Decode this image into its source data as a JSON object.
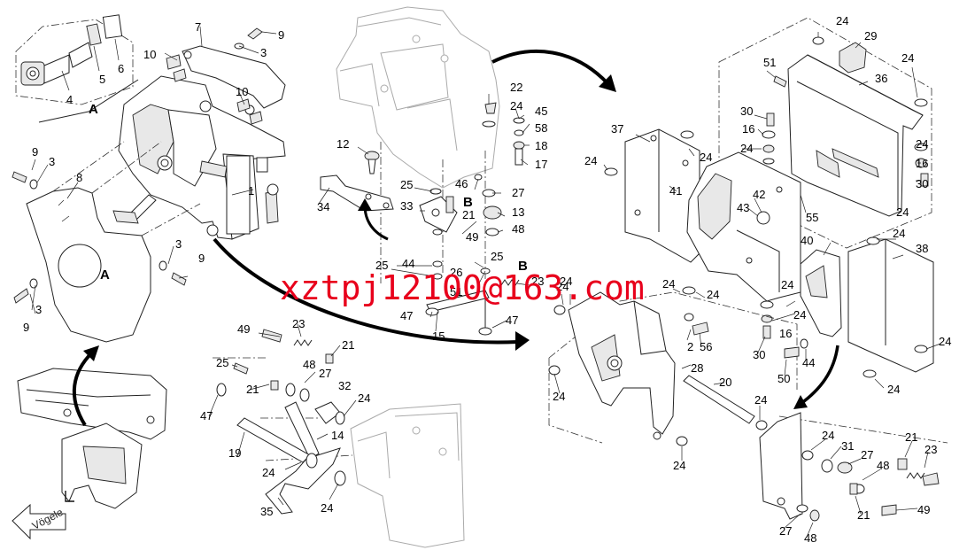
{
  "watermark": "xztpj12100@163.com",
  "brand_text": "Vögele",
  "view_markers": [
    "A",
    "A",
    "B",
    "B"
  ],
  "labels": [
    {
      "id": "n9a",
      "text": "9"
    },
    {
      "id": "n7",
      "text": "7"
    },
    {
      "id": "n3a",
      "text": "3"
    },
    {
      "id": "n10a",
      "text": "10"
    },
    {
      "id": "n10b",
      "text": "10"
    },
    {
      "id": "n5",
      "text": "5"
    },
    {
      "id": "n6",
      "text": "6"
    },
    {
      "id": "n4",
      "text": "4"
    },
    {
      "id": "n9b",
      "text": "9"
    },
    {
      "id": "n3b",
      "text": "3"
    },
    {
      "id": "n8",
      "text": "8"
    },
    {
      "id": "n1",
      "text": "1"
    },
    {
      "id": "n3c",
      "text": "3"
    },
    {
      "id": "n9c",
      "text": "9"
    },
    {
      "id": "n3d",
      "text": "3"
    },
    {
      "id": "n9d",
      "text": "9"
    },
    {
      "id": "n22",
      "text": "22"
    },
    {
      "id": "n24a",
      "text": "24"
    },
    {
      "id": "n45",
      "text": "45"
    },
    {
      "id": "n58",
      "text": "58"
    },
    {
      "id": "n18",
      "text": "18"
    },
    {
      "id": "n17",
      "text": "17"
    },
    {
      "id": "n12",
      "text": "12"
    },
    {
      "id": "n25a",
      "text": "25"
    },
    {
      "id": "n46",
      "text": "46"
    },
    {
      "id": "n27a",
      "text": "27"
    },
    {
      "id": "n34",
      "text": "34"
    },
    {
      "id": "n33",
      "text": "33"
    },
    {
      "id": "n21a",
      "text": "21"
    },
    {
      "id": "n13",
      "text": "13"
    },
    {
      "id": "n49a",
      "text": "49"
    },
    {
      "id": "n48a",
      "text": "48"
    },
    {
      "id": "n25b",
      "text": "25"
    },
    {
      "id": "n44a",
      "text": "44"
    },
    {
      "id": "n26",
      "text": "26"
    },
    {
      "id": "n25c",
      "text": "25"
    },
    {
      "id": "n51a",
      "text": "51"
    },
    {
      "id": "n23a",
      "text": "23"
    },
    {
      "id": "n47a",
      "text": "47"
    },
    {
      "id": "n15",
      "text": "15"
    },
    {
      "id": "n47b",
      "text": "47"
    },
    {
      "id": "n24b",
      "text": "24"
    },
    {
      "id": "n49b",
      "text": "49"
    },
    {
      "id": "n23b",
      "text": "23"
    },
    {
      "id": "n21b",
      "text": "21"
    },
    {
      "id": "n25d",
      "text": "25"
    },
    {
      "id": "n48b",
      "text": "48"
    },
    {
      "id": "n27b",
      "text": "27"
    },
    {
      "id": "n32",
      "text": "32"
    },
    {
      "id": "n21c",
      "text": "21"
    },
    {
      "id": "n47c",
      "text": "47"
    },
    {
      "id": "n24c",
      "text": "24"
    },
    {
      "id": "n14",
      "text": "14"
    },
    {
      "id": "n19",
      "text": "19"
    },
    {
      "id": "n24d",
      "text": "24"
    },
    {
      "id": "n35",
      "text": "35"
    },
    {
      "id": "n24e",
      "text": "24"
    },
    {
      "id": "n24f",
      "text": "24"
    },
    {
      "id": "n29",
      "text": "29"
    },
    {
      "id": "n24g",
      "text": "24"
    },
    {
      "id": "n51b",
      "text": "51"
    },
    {
      "id": "n36",
      "text": "36"
    },
    {
      "id": "n30a",
      "text": "30"
    },
    {
      "id": "n16a",
      "text": "16"
    },
    {
      "id": "n24h",
      "text": "24"
    },
    {
      "id": "n24i",
      "text": "24"
    },
    {
      "id": "n16b",
      "text": "16"
    },
    {
      "id": "n37",
      "text": "37"
    },
    {
      "id": "n24j",
      "text": "24"
    },
    {
      "id": "n24k",
      "text": "24"
    },
    {
      "id": "n41",
      "text": "41"
    },
    {
      "id": "n30b",
      "text": "30"
    },
    {
      "id": "n42",
      "text": "42"
    },
    {
      "id": "n43",
      "text": "43"
    },
    {
      "id": "n55",
      "text": "55"
    },
    {
      "id": "n24l",
      "text": "24"
    },
    {
      "id": "n38",
      "text": "38"
    },
    {
      "id": "n40",
      "text": "40"
    },
    {
      "id": "n24m",
      "text": "24"
    },
    {
      "id": "n24n",
      "text": "24"
    },
    {
      "id": "n16c",
      "text": "16"
    },
    {
      "id": "n24o",
      "text": "24"
    },
    {
      "id": "n24p",
      "text": "24"
    },
    {
      "id": "n56",
      "text": "56"
    },
    {
      "id": "n2",
      "text": "2"
    },
    {
      "id": "n30c",
      "text": "30"
    },
    {
      "id": "n44b",
      "text": "44"
    },
    {
      "id": "n24q",
      "text": "24"
    },
    {
      "id": "n28",
      "text": "28"
    },
    {
      "id": "n20",
      "text": "20"
    },
    {
      "id": "n50",
      "text": "50"
    },
    {
      "id": "n24r",
      "text": "24"
    },
    {
      "id": "n24s",
      "text": "24"
    },
    {
      "id": "n24t",
      "text": "24"
    },
    {
      "id": "n24u",
      "text": "24"
    },
    {
      "id": "n24v",
      "text": "24"
    },
    {
      "id": "n31",
      "text": "31"
    },
    {
      "id": "n27c",
      "text": "27"
    },
    {
      "id": "n48c",
      "text": "48"
    },
    {
      "id": "n21d",
      "text": "21"
    },
    {
      "id": "n23c",
      "text": "23"
    },
    {
      "id": "n21e",
      "text": "21"
    },
    {
      "id": "n49c",
      "text": "49"
    },
    {
      "id": "n27d",
      "text": "27"
    },
    {
      "id": "n48d",
      "text": "48"
    },
    {
      "id": "n24w",
      "text": "24"
    },
    {
      "id": "n24x",
      "text": "24"
    }
  ]
}
